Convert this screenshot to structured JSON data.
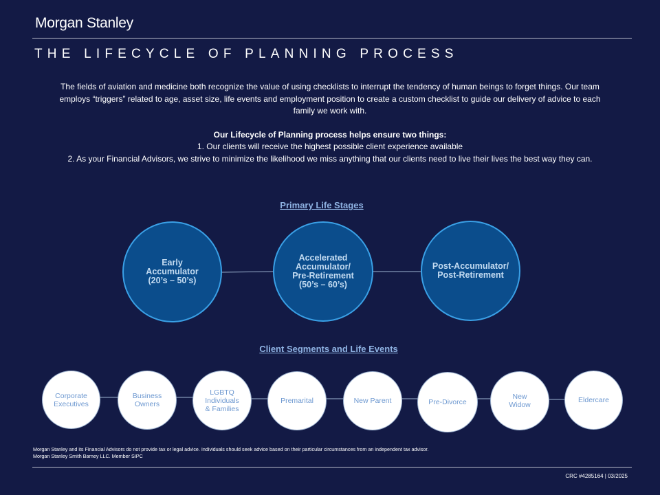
{
  "brand": "Morgan Stanley",
  "title": "THE LIFECYCLE OF PLANNING PROCESS",
  "intro": {
    "paragraph": "The fields of aviation and medicine both recognize the value of using checklists to interrupt the tendency of human beings to forget things. Our team employs “triggers” related to age, asset size, life events and employment position to create a custom checklist to guide our delivery of advice to each family we work with.",
    "heading": "Our Lifecycle of Planning process helps ensure two things:",
    "items": [
      "1.   Our clients will receive the highest possible client experience available",
      "2.   As your Financial Advisors, we strive to minimize the likelihood we miss anything that our clients need to live their lives the best way they can."
    ]
  },
  "primary_life_stages": {
    "heading": "Primary Life Stages",
    "stages": [
      "Early\nAccumulator\n(20’s – 50’s)",
      "Accelerated\nAccumulator/\nPre-Retirement\n(50’s – 60’s)",
      "Post-Accumulator/\nPost-Retirement"
    ]
  },
  "client_segments": {
    "heading": "Client Segments and Life Events",
    "items": [
      "Corporate\nExecutives",
      "Business\nOwners",
      "LGBTQ\nIndividuals\n& Families",
      "Premarital",
      "New Parent",
      "Pre-Divorce",
      "New\nWidow",
      "Eldercare"
    ]
  },
  "disclaimer": [
    "Morgan Stanley and its Financial Advisors do not provide tax or legal advice. Individuals should seek advice based on their particular circumstances from an independent tax advisor.",
    "Morgan Stanley Smith Barney LLC. Member SIPC"
  ],
  "crc": "CRC #4285164 | 03/2025",
  "colors": {
    "background": "#131a45",
    "stage_fill": "#0b4d8c",
    "stage_border": "#3aa0e6",
    "heading_link": "#8fb3e3",
    "segment_text": "#6d98d0"
  }
}
